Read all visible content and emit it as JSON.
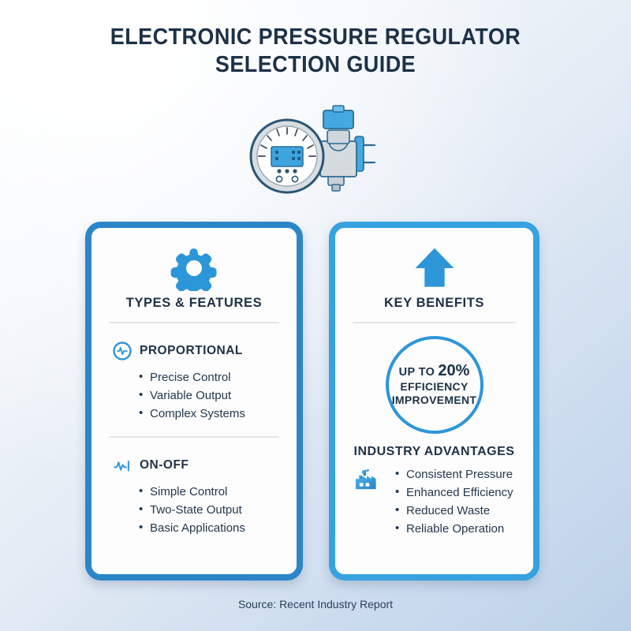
{
  "theme": {
    "accent_blue": "#2d96d8",
    "accent_blue_dark": "#2b86c8",
    "accent_blue_light": "#36a3e0",
    "navy_text": "#1d3147",
    "body_text": "#22384f",
    "card_bg": "#ffffff",
    "divider": "#e3e6e9",
    "bg_start": "#fdfefe",
    "bg_end": "#bcd1e8"
  },
  "header": {
    "title_line1": "ELECTRONIC PRESSURE REGULATOR",
    "title_line2": "SELECTION GUIDE",
    "hero_icon": "pressure-gauge-valve-icon"
  },
  "cards": {
    "left": {
      "icon": "gear-icon",
      "title": "TYPES & FEATURES",
      "sections": [
        {
          "icon": "waveform-circle-icon",
          "title": "PROPORTIONAL",
          "bullets": [
            "Precise Control",
            "Variable Output",
            "Complex Systems"
          ]
        },
        {
          "icon": "pulse-line-icon",
          "title": "ON-OFF",
          "bullets": [
            "Simple Control",
            "Two-State Output",
            "Basic Applications"
          ]
        }
      ]
    },
    "right": {
      "icon": "up-arrow-icon",
      "title": "KEY BENEFITS",
      "stat": {
        "prefix": "UP TO",
        "value": "20%",
        "line2": "EFFICIENCY",
        "line3": "IMPROVEMENT"
      },
      "advantages": {
        "icon": "factory-icon",
        "title": "INDUSTRY ADVANTAGES",
        "bullets": [
          "Consistent Pressure",
          "Enhanced Efficiency",
          "Reduced Waste",
          "Reliable Operation"
        ]
      }
    }
  },
  "footer": {
    "source": "Source: Recent Industry Report"
  }
}
